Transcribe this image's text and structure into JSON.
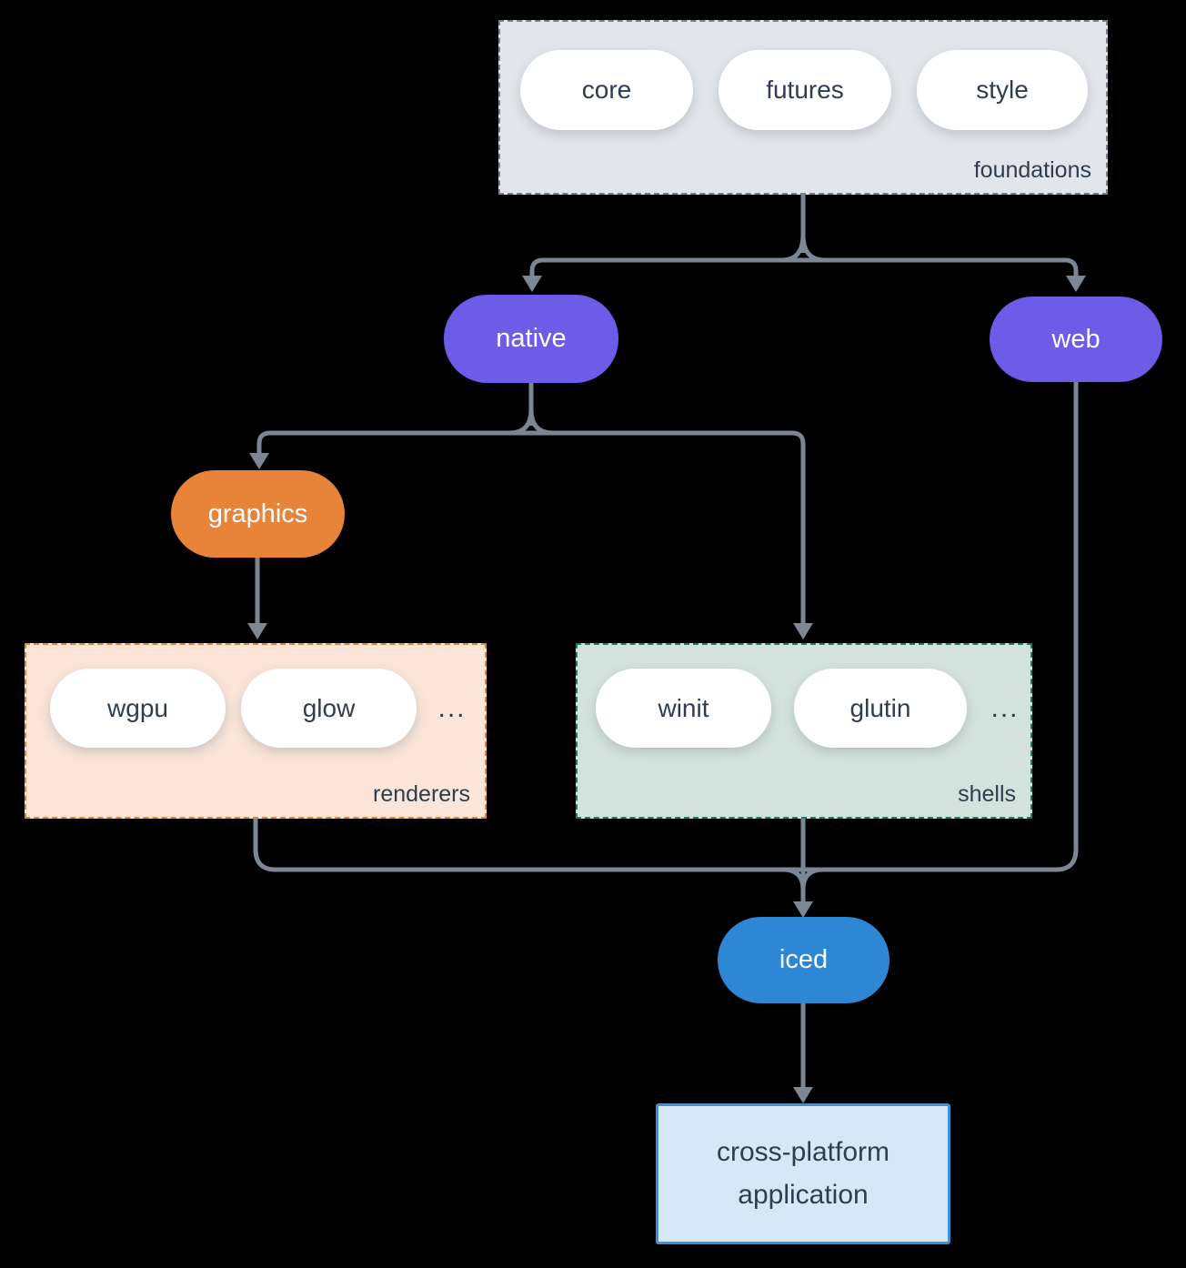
{
  "background": "#000000",
  "palette": {
    "line": "#7b8794",
    "text_dark": "#2e3d4f",
    "node_text": "#ffffff",
    "native_web_fill": "#6c5ce7",
    "graphics_fill": "#e8833a",
    "iced_fill": "#2d87d4",
    "foundations_fill": "#e2e6ea",
    "foundations_border": "#74808e",
    "renderers_fill": "#fae5d8",
    "renderers_border": "#e8833a",
    "shells_fill": "#d4e2dd",
    "shells_border": "#1f7a66",
    "app_fill": "#d6e8f8",
    "app_border": "#3a92da"
  },
  "groups": {
    "foundations": {
      "label": "foundations",
      "items": [
        "core",
        "futures",
        "style"
      ]
    },
    "renderers": {
      "label": "renderers",
      "items": [
        "wgpu",
        "glow"
      ],
      "ellipsis": "..."
    },
    "shells": {
      "label": "shells",
      "items": [
        "winit",
        "glutin"
      ],
      "ellipsis": "..."
    }
  },
  "nodes": {
    "native": "native",
    "web": "web",
    "graphics": "graphics",
    "iced": "iced",
    "app": "cross-platform application"
  },
  "edges": [
    {
      "from": "foundations",
      "to": "native"
    },
    {
      "from": "foundations",
      "to": "web"
    },
    {
      "from": "native",
      "to": "graphics"
    },
    {
      "from": "native",
      "to": "shells"
    },
    {
      "from": "graphics",
      "to": "renderers"
    },
    {
      "from": "renderers",
      "to": "iced"
    },
    {
      "from": "shells",
      "to": "iced"
    },
    {
      "from": "web",
      "to": "iced"
    },
    {
      "from": "iced",
      "to": "app"
    }
  ]
}
